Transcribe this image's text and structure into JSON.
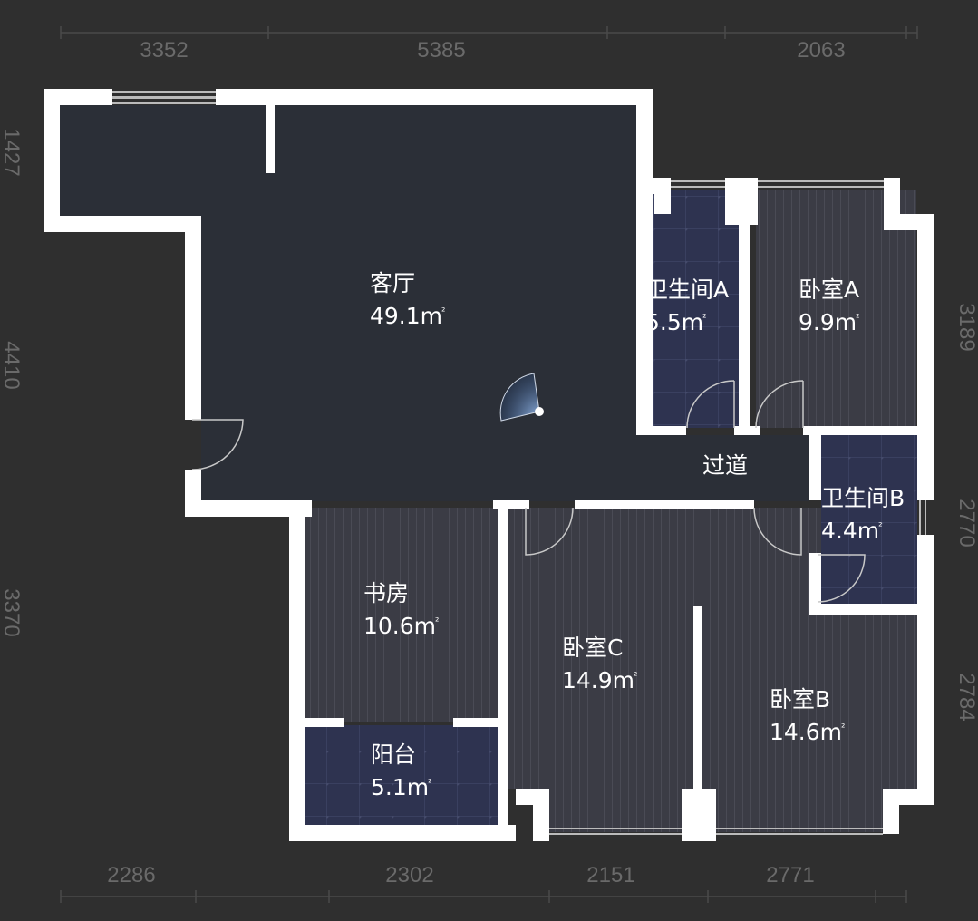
{
  "plan": {
    "colors": {
      "background": "#2f2f2f",
      "wall": "#ffffff",
      "living_floor": "#2b2f37",
      "wood_floor": "#3b3c45",
      "tile_floor": "#2e3350",
      "dimension_text": "#6a6a6a",
      "dimension_line": "#4a4a4a",
      "view_cone": "#6f9ad8"
    },
    "rooms": [
      {
        "id": "living",
        "name": "客厅",
        "area": "49.1",
        "unit": "m",
        "unit_sup": "²"
      },
      {
        "id": "bath-a",
        "name": "卫生间A",
        "area": "5.5",
        "unit": "m",
        "unit_sup": "²"
      },
      {
        "id": "bedroom-a",
        "name": "卧室A",
        "area": "9.9",
        "unit": "m",
        "unit_sup": "²"
      },
      {
        "id": "corridor",
        "name": "过道"
      },
      {
        "id": "bath-b",
        "name": "卫生间B",
        "area": "4.4",
        "unit": "m",
        "unit_sup": "²"
      },
      {
        "id": "study",
        "name": "书房",
        "area": "10.6",
        "unit": "m",
        "unit_sup": "²"
      },
      {
        "id": "bedroom-c",
        "name": "卧室C",
        "area": "14.9",
        "unit": "m",
        "unit_sup": "²"
      },
      {
        "id": "bedroom-b",
        "name": "卧室B",
        "area": "14.6",
        "unit": "m",
        "unit_sup": "²"
      },
      {
        "id": "balcony",
        "name": "阳台",
        "area": "5.1",
        "unit": "m",
        "unit_sup": "²"
      }
    ],
    "dimensions": {
      "top": [
        "3352",
        "5385",
        "2063"
      ],
      "bottom": [
        "2286",
        "2302",
        "2151",
        "2771"
      ],
      "left": [
        "1427",
        "4410",
        "3370"
      ],
      "right": [
        "3189",
        "2770",
        "2784"
      ]
    },
    "viewpoint": {
      "label": "camera-position"
    }
  }
}
